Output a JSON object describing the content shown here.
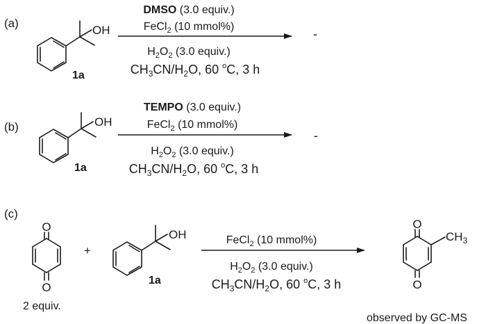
{
  "panels": [
    {
      "label": "(a)",
      "reactant": {
        "oh": "OH",
        "compound_id": "1a"
      },
      "conditions": {
        "additive_name": "DMSO",
        "additive_amount": "(3.0 equiv.)",
        "catalyst": "FeCl",
        "catalyst_sub": "2",
        "catalyst_amount": "(10 mmol%)",
        "oxidant": "H",
        "oxidant_sub1": "2",
        "oxidant_o": "O",
        "oxidant_sub2": "2",
        "oxidant_amount": "(3.0 equiv.)",
        "solvent_a": "CH",
        "solvent_sub1": "3",
        "solvent_b": "CN/H",
        "solvent_sub2": "2",
        "solvent_c": "O, 60 ",
        "degree": "o",
        "solvent_d": "C, 3 h"
      },
      "product": "-"
    },
    {
      "label": "(b)",
      "reactant": {
        "oh": "OH",
        "compound_id": "1a"
      },
      "conditions": {
        "additive_name": "TEMPO",
        "additive_amount": "(3.0 equiv.)",
        "catalyst": "FeCl",
        "catalyst_sub": "2",
        "catalyst_amount": "(10 mmol%)",
        "oxidant": "H",
        "oxidant_sub1": "2",
        "oxidant_o": "O",
        "oxidant_sub2": "2",
        "oxidant_amount": "(3.0 equiv.)",
        "solvent_a": "CH",
        "solvent_sub1": "3",
        "solvent_b": "CN/H",
        "solvent_sub2": "2",
        "solvent_c": "O, 60 ",
        "degree": "o",
        "solvent_d": "C, 3 h"
      },
      "product": "-"
    },
    {
      "label": "(c)",
      "quinone": {
        "o_top": "O",
        "o_bottom": "O",
        "equiv": "2 equiv."
      },
      "plus": "+",
      "reactant": {
        "oh": "OH",
        "compound_id": "1a"
      },
      "conditions": {
        "catalyst": "FeCl",
        "catalyst_sub": "2",
        "catalyst_amount": "(10 mmol%)",
        "oxidant": "H",
        "oxidant_sub1": "2",
        "oxidant_o": "O",
        "oxidant_sub2": "2",
        "oxidant_amount": "(3.0 equiv.)",
        "solvent_a": "CH",
        "solvent_sub1": "3",
        "solvent_b": "CN/H",
        "solvent_sub2": "2",
        "solvent_c": "O, 60 ",
        "degree": "o",
        "solvent_d": "C, 3 h"
      },
      "product": {
        "o_top": "O",
        "o_bottom": "O",
        "methyl": "CH",
        "methyl_sub": "3",
        "note": "observed by GC-MS"
      }
    }
  ]
}
